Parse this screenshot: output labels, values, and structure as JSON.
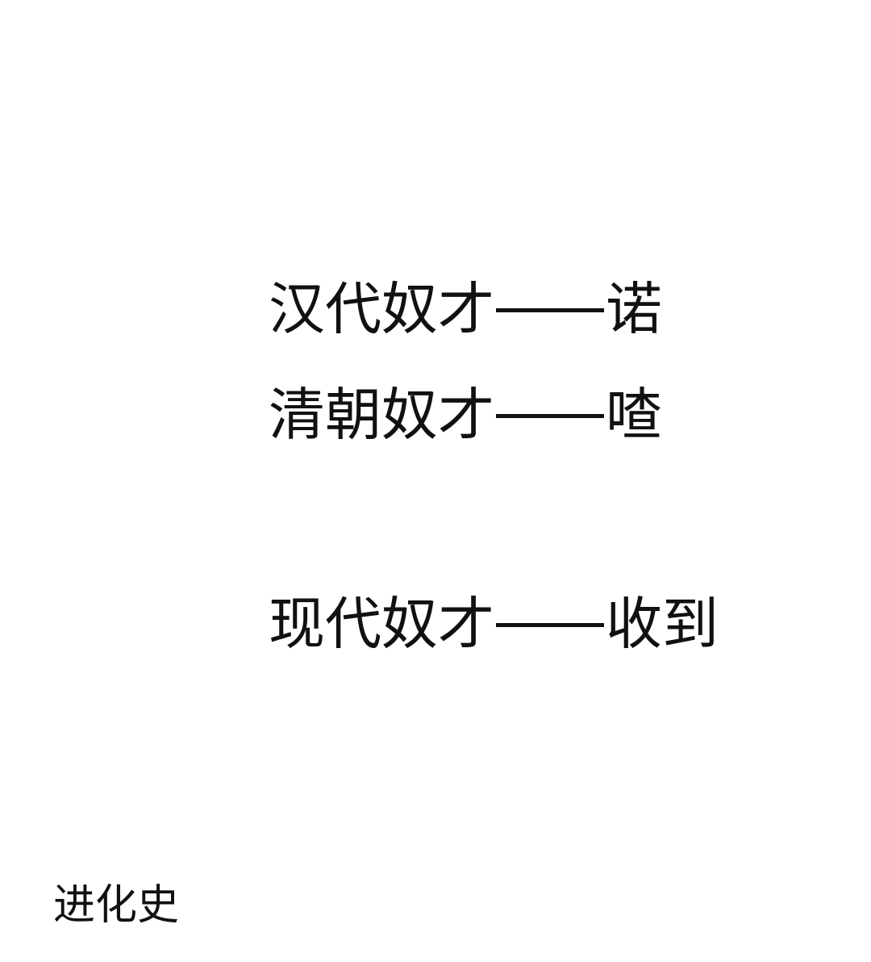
{
  "lines": [
    {
      "subject": "汉代奴才",
      "dash": "——",
      "response": "诺"
    },
    {
      "subject": "清朝奴才",
      "dash": "——",
      "response": "喳"
    },
    {
      "subject": "现代奴才",
      "dash": "——",
      "response": "收到"
    }
  ],
  "caption": "进化史",
  "colors": {
    "background": "#ffffff",
    "text": "#111111"
  }
}
